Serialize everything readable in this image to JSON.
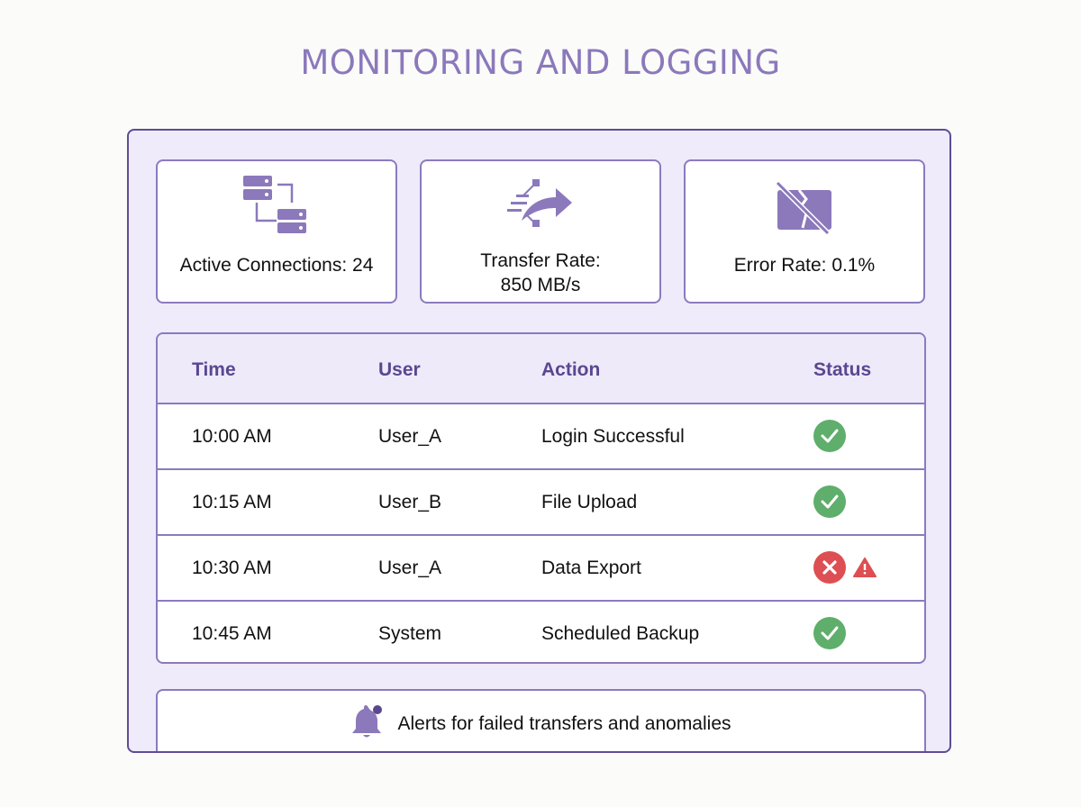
{
  "title": "MONITORING AND LOGGING",
  "colors": {
    "accent": "#8b79bb",
    "border_dark": "#5e4d92",
    "panel_bg": "#efebfa",
    "success": "#5fae6c",
    "error": "#dd4f52",
    "header_text": "#5a4790"
  },
  "metrics": [
    {
      "icon": "server-connections-icon",
      "label": "Active Connections: 24"
    },
    {
      "icon": "transfer-arrow-icon",
      "label_line1": "Transfer Rate:",
      "label_line2": "850 MB/s"
    },
    {
      "icon": "error-disabled-icon",
      "label": "Error Rate: 0.1%"
    }
  ],
  "table": {
    "headers": [
      "Time",
      "User",
      "Action",
      "Status"
    ],
    "rows": [
      {
        "time": "10:00 AM",
        "user": "User_A",
        "action": "Login Successful",
        "status": "success"
      },
      {
        "time": "10:15 AM",
        "user": "User_B",
        "action": "File Upload",
        "status": "success"
      },
      {
        "time": "10:30 AM",
        "user": "User_A",
        "action": "Data Export",
        "status": "error-warning"
      },
      {
        "time": "10:45 AM",
        "user": "System",
        "action": "Scheduled Backup",
        "status": "success"
      }
    ]
  },
  "alert": {
    "icon": "bell-notification-icon",
    "text": "Alerts for failed transfers and anomalies"
  }
}
